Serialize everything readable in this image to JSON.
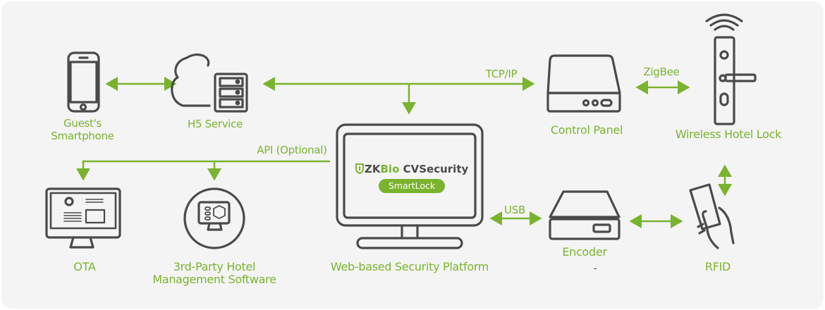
{
  "colors": {
    "accent": "#7ab32e",
    "icon": "#4a4a4a",
    "background": "#f4f4f4"
  },
  "nodes": {
    "smartphone": {
      "label_line1": "Guest's",
      "label_line2": "Smartphone",
      "icon": "smartphone-icon"
    },
    "h5": {
      "label": "H5 Service",
      "icon": "cloud-server-icon"
    },
    "control_panel": {
      "label": "Control Panel",
      "icon": "control-panel-icon"
    },
    "hotel_lock": {
      "label": "Wireless Hotel Lock",
      "icon": "door-lock-icon"
    },
    "platform": {
      "label": "Web-based Security Platform",
      "icon": "monitor-icon",
      "brand_prefix": "ZK",
      "brand_bio": "Bio",
      "brand_product": " CVSecurity",
      "badge": "SmartLock"
    },
    "ota": {
      "label": "OTA",
      "icon": "ota-monitor-icon"
    },
    "hms": {
      "label_line1": "3rd-Party Hotel",
      "label_line2": "Management Software",
      "icon": "hotel-software-icon"
    },
    "encoder": {
      "label": "Encoder",
      "sub": "-",
      "icon": "encoder-icon"
    },
    "rfid": {
      "label": "RFID",
      "icon": "rfid-card-icon"
    }
  },
  "connections": {
    "tcp_ip": "TCP/IP",
    "zigbee": "ZigBee",
    "api": "API (Optional)",
    "usb": "USB"
  }
}
